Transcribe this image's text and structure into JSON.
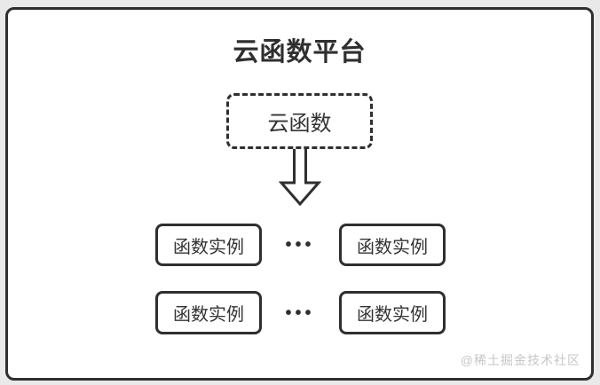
{
  "page": {
    "title": "云函数平台",
    "watermark": "@稀土掘金技术社区"
  },
  "diagram": {
    "cloud_function": {
      "label": "云函数"
    },
    "ellipsis": "•••",
    "instances": [
      {
        "label": "函数实例"
      },
      {
        "label": "函数实例"
      },
      {
        "label": "函数实例"
      },
      {
        "label": "函数实例"
      }
    ],
    "icons": {
      "arrow": "down-arrow-icon"
    },
    "colors": {
      "border": "#2f2f2f",
      "text": "#333333",
      "watermark": "#c6c6c6",
      "canvas_background": "#ffffff",
      "page_background": "#e9e9e9"
    }
  }
}
